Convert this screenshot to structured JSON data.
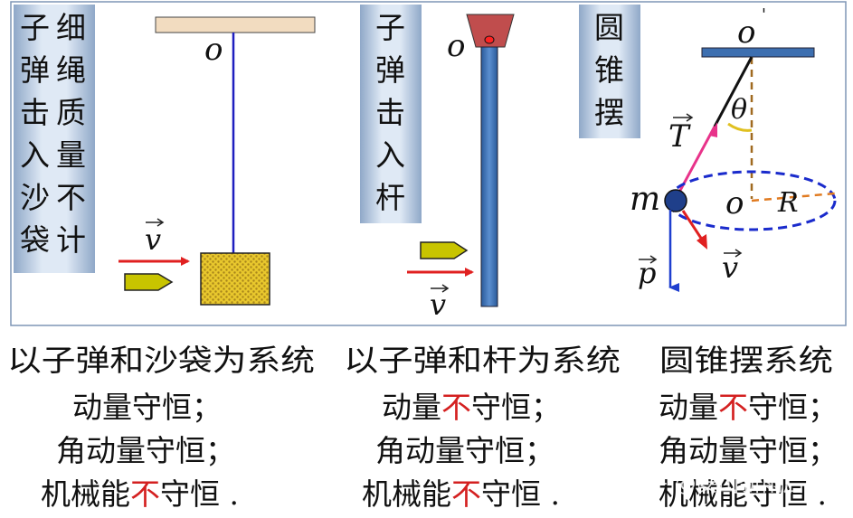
{
  "panel1": {
    "label_col1": [
      "子",
      "弹",
      "击",
      "入",
      "沙",
      "袋"
    ],
    "label_col2": [
      "细",
      "绳",
      "质",
      "量",
      "不",
      "计"
    ],
    "pivot": "o",
    "velocity": "v"
  },
  "panel2": {
    "label": [
      "子",
      "弹",
      "击",
      "入",
      "杆"
    ],
    "pivot": "o",
    "velocity": "v"
  },
  "panel3": {
    "label": [
      "圆",
      "锥",
      "摆"
    ],
    "top_pivot": "o",
    "top_pivot_prime": "'",
    "tension": "T",
    "angle": "θ",
    "mass": "m",
    "center": "o",
    "radius": "R",
    "momentum": "p",
    "velocity": "v"
  },
  "captions": {
    "col1": {
      "line1": "以子弹和沙袋为系统",
      "line2": "动量守恒；",
      "line3": "角动量守恒；",
      "line4_a": "机械能",
      "line4_red": "不",
      "line4_b": "守恒 ."
    },
    "col2": {
      "line1": "以子弹和杆为系统",
      "line2_a": "动量",
      "line2_red": "不",
      "line2_b": "守恒；",
      "line3": "角动量守恒；",
      "line4_a": "机械能",
      "line4_red": "不",
      "line4_b": "守恒 ."
    },
    "col3": {
      "line1": "圆锥摆系统",
      "line2_a": "动量",
      "line2_red": "不",
      "line2_b": "守恒；",
      "line3": "角动量守恒；",
      "line4": "机械能守恒 ."
    }
  },
  "watermark": "知乎 @安山新雨后",
  "colors": {
    "label_bg_light": "#dfe9f5",
    "label_bg_dark": "#8fa8c8",
    "string": "#1f1fbf",
    "rod": "#3d6fb0",
    "sandbag": "#e3c12b",
    "bullet": "#c8c400",
    "arrow_red": "#e02020",
    "tension_pink": "#e8338a",
    "dash_blue": "#1a2bcc",
    "dash_orange": "#e07a20",
    "angle_yellow": "#e0c020"
  }
}
